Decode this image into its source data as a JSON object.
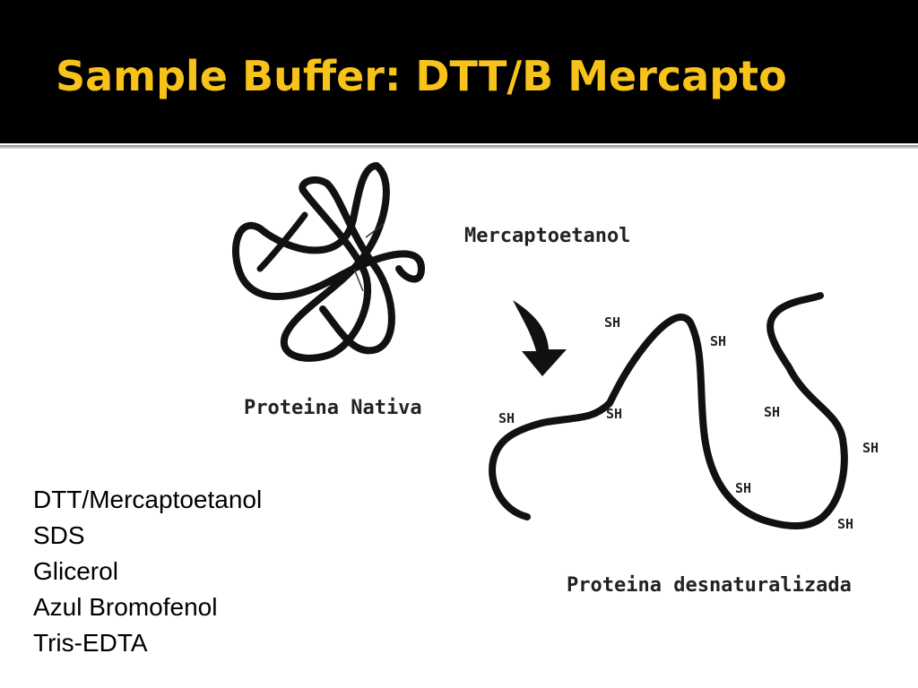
{
  "slide": {
    "title": "Sample Buffer: DTT/B Mercapto",
    "accent_color": "#f7c31a",
    "header_color": "#000000"
  },
  "figure": {
    "label_reagent": "Mercaptoetanol",
    "label_native": "Proteina Nativa",
    "label_denatured": "Proteina desnaturalizada",
    "sh_label": "SH",
    "arrow_icon": "curved-arrow-down"
  },
  "bullets": [
    "DTT/Mercaptoetanol",
    "SDS",
    "Glicerol",
    "Azul Bromofenol",
    "Tris-EDTA"
  ]
}
